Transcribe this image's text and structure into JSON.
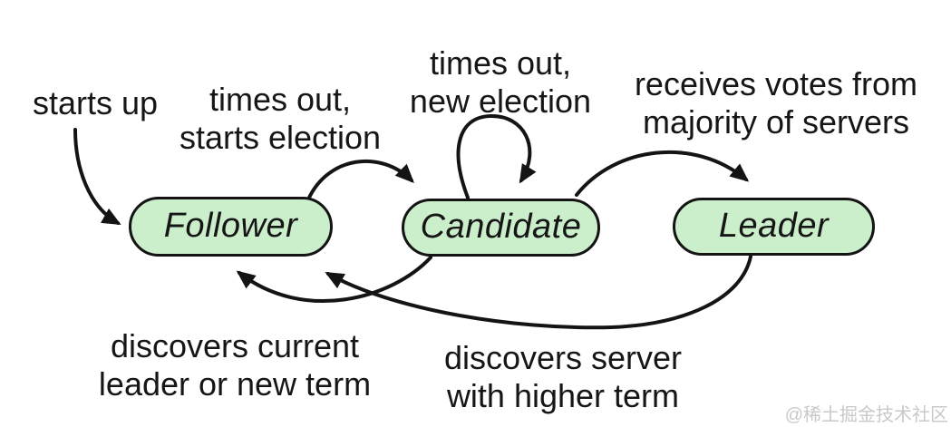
{
  "diagram": {
    "type": "state-machine",
    "subject": "Raft server states",
    "nodes": [
      {
        "id": "follower",
        "label": "Follower"
      },
      {
        "id": "candidate",
        "label": "Candidate"
      },
      {
        "id": "leader",
        "label": "Leader"
      }
    ],
    "edges": [
      {
        "id": "start-to-follower",
        "from": "start",
        "to": "follower",
        "label_lines": [
          "starts up"
        ]
      },
      {
        "id": "follower-to-candidate",
        "from": "follower",
        "to": "candidate",
        "label_lines": [
          "times out,",
          "starts election"
        ]
      },
      {
        "id": "candidate-self-loop",
        "from": "candidate",
        "to": "candidate",
        "label_lines": [
          "times out,",
          "new election"
        ]
      },
      {
        "id": "candidate-to-leader",
        "from": "candidate",
        "to": "leader",
        "label_lines": [
          "receives votes from",
          "majority of servers"
        ]
      },
      {
        "id": "candidate-to-follower",
        "from": "candidate",
        "to": "follower",
        "label_lines": [
          "discovers current",
          "leader or new term"
        ]
      },
      {
        "id": "leader-to-follower",
        "from": "leader",
        "to": "follower",
        "label_lines": [
          "discovers server",
          "with higher term"
        ]
      }
    ],
    "colors": {
      "node_fill": "#cbeecb",
      "node_stroke": "#141414",
      "arrow": "#141414",
      "text": "#161616",
      "watermark": "#c9c9c9",
      "background": "#ffffff"
    }
  },
  "watermark": {
    "text": "@稀土掘金技术社区"
  }
}
